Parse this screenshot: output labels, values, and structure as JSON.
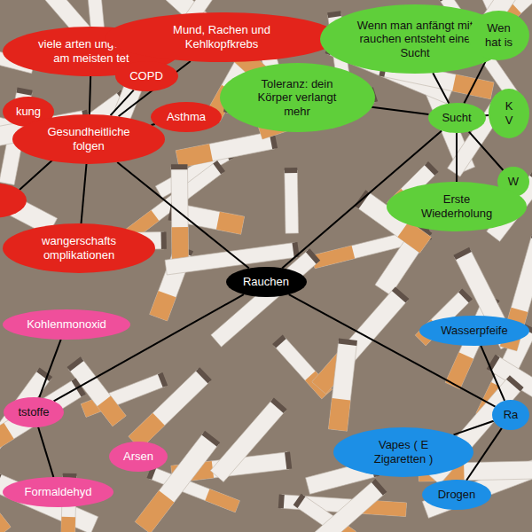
{
  "diagram": {
    "nodes": [
      {
        "text": [
          "viele arten unge wird am meisten tet"
        ]
      },
      {
        "text": [
          "Mund, Rachen und Kehlkopfkrebs"
        ]
      },
      {
        "text": [
          "COPD"
        ]
      },
      {
        "text": [
          "Asthma"
        ]
      },
      {
        "text": [
          "kung"
        ]
      },
      {
        "text": [
          "Gesundheitliche folgen"
        ]
      },
      {
        "text": [
          "wangerschafts omplikationen"
        ]
      },
      {
        "text": [
          "Wenn man anfängt mit rauchen entsteht eine Sucht"
        ]
      },
      {
        "text": [
          "Wen hat is"
        ]
      },
      {
        "text": [
          "Toleranz: dein Körper verlangt mehr"
        ]
      },
      {
        "text": [
          "Sucht"
        ]
      },
      {
        "text": [
          "K V"
        ]
      },
      {
        "text": [
          "W"
        ]
      },
      {
        "text": [
          "Erste Wiederholung"
        ]
      },
      {
        "text": [
          "Rauchen"
        ]
      },
      {
        "text": [
          "Kohlenmonoxid"
        ]
      },
      {
        "text": [
          "Wasserpfeife"
        ]
      },
      {
        "text": [
          "tstoffe"
        ]
      },
      {
        "text": [
          "Ra"
        ]
      },
      {
        "text": [
          "Vapes ( E Zigaretten )"
        ]
      },
      {
        "text": [
          "Arsen"
        ]
      },
      {
        "text": [
          "Formaldehyd"
        ]
      },
      {
        "text": [
          "Drogen"
        ]
      }
    ],
    "edges": [
      {
        "from": 14,
        "to": 5,
        "arrow": "none"
      },
      {
        "from": 14,
        "to": 10,
        "arrow": "none"
      },
      {
        "from": 14,
        "to": 17,
        "arrow": "none"
      },
      {
        "from": 14,
        "to": 18,
        "arrow": "none"
      },
      {
        "from": 5,
        "to": 1,
        "arrow": "none"
      },
      {
        "from": 5,
        "to": 0,
        "arrow": "none"
      },
      {
        "from": 5,
        "to": 2,
        "arrow": "none"
      },
      {
        "from": 5,
        "to": 3,
        "arrow": "none"
      },
      {
        "from": 5,
        "to": 4,
        "arrow": "none"
      },
      {
        "from": 5,
        "to": 6,
        "arrow": "none"
      },
      {
        "from": 10,
        "to": 7,
        "arrow": "none"
      },
      {
        "from": 10,
        "to": 9,
        "arrow": "none"
      },
      {
        "from": 10,
        "to": 13,
        "arrow": "none"
      },
      {
        "from": 10,
        "to": 11,
        "arrow": "none"
      },
      {
        "from": 10,
        "to": 12,
        "arrow": "none"
      },
      {
        "from": 10,
        "to": 8,
        "arrow": "none"
      },
      {
        "from": 17,
        "to": 15,
        "arrow": "none"
      },
      {
        "from": 17,
        "to": 21,
        "arrow": "none"
      },
      {
        "from": 18,
        "to": 16,
        "arrow": "none"
      },
      {
        "from": 18,
        "to": 19,
        "arrow": "none"
      },
      {
        "from": 18,
        "to": 22,
        "arrow": "none"
      }
    ]
  }
}
